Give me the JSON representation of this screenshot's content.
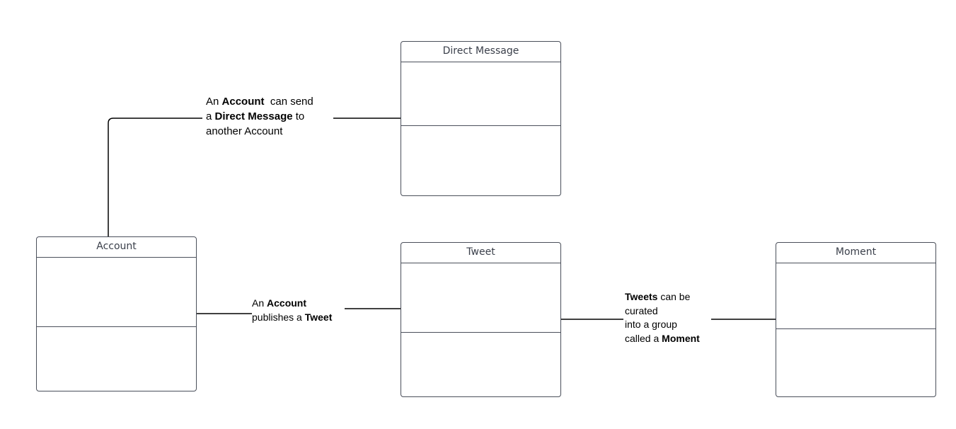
{
  "classes": {
    "direct_message": {
      "name": "Direct Message"
    },
    "account": {
      "name": "Account"
    },
    "tweet": {
      "name": "Tweet"
    },
    "moment": {
      "name": "Moment"
    }
  },
  "relations": {
    "account_direct_message": {
      "line1_a": "An ",
      "line1_b": "Account",
      "line1_c": "  can send",
      "line2_a": "a ",
      "line2_b": "Direct Message",
      "line2_c": " to",
      "line3": "another Account"
    },
    "account_tweet": {
      "line1_a": "An ",
      "line1_b": "Account",
      "line2_a": "publishes a ",
      "line2_b": "Tweet"
    },
    "tweet_moment": {
      "line1_b": "Tweets",
      "line1_c": " can be",
      "line2": "curated",
      "line3": "into a group",
      "line4_a": "called a ",
      "line4_b": "Moment"
    }
  }
}
